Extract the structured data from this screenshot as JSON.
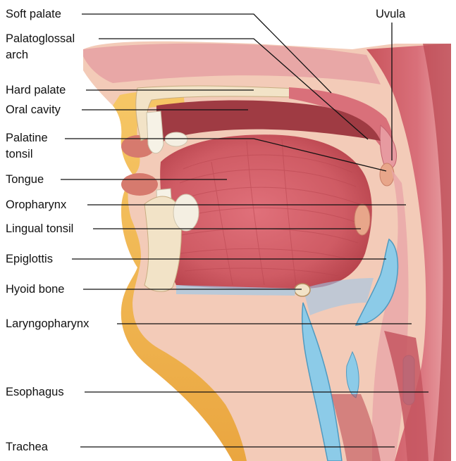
{
  "labels": {
    "soft_palate": "Soft palate",
    "uvula": "Uvula",
    "palatoglossal_arch_line1": "Palatoglossal",
    "palatoglossal_arch_line2": "arch",
    "hard_palate": "Hard palate",
    "oral_cavity": "Oral cavity",
    "palatine_tonsil_line1": "Palatine",
    "palatine_tonsil_line2": "tonsil",
    "tongue": "Tongue",
    "oropharynx": "Oropharynx",
    "lingual_tonsil": "Lingual tonsil",
    "epiglottis": "Epiglottis",
    "hyoid_bone": "Hyoid bone",
    "laryngopharynx": "Laryngopharynx",
    "esophagus": "Esophagus",
    "trachea": "Trachea"
  },
  "colors": {
    "muscle": "#d4626a",
    "muscle_dark": "#a9373f",
    "mucosa": "#e9a2a4",
    "skin": "#f1c8b4",
    "fat": "#f1b955",
    "bone": "#f2e3c7",
    "cartilage": "#8ccbe8",
    "tonsil": "#e7a78c",
    "leader_line": "#111111"
  }
}
